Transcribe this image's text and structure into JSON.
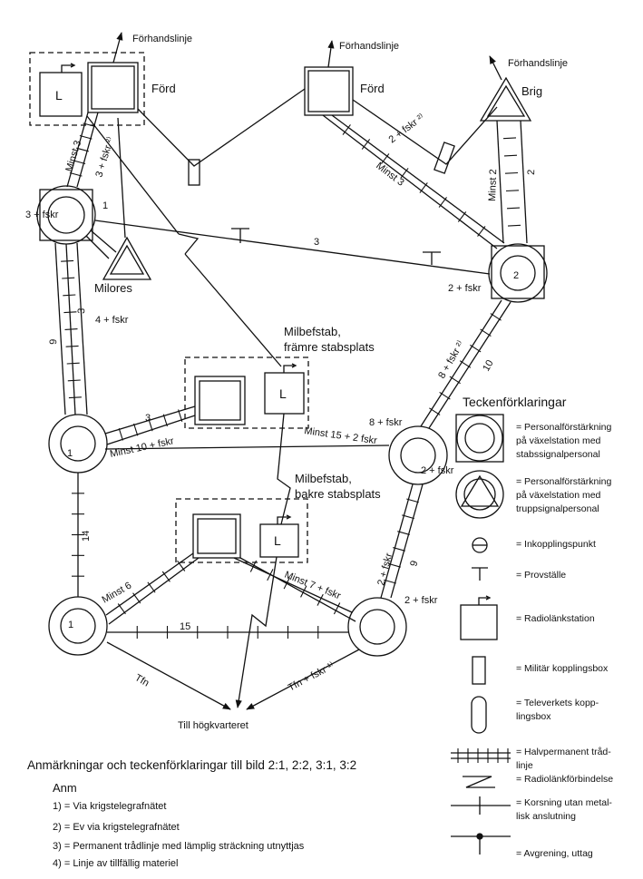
{
  "nodes": {
    "ford_left": "Förd",
    "ford_mid": "Förd",
    "brig": "Brig",
    "milores": "Milores",
    "ahead_line_1": "Förhandslinje",
    "ahead_line_2": "Förhandslinje",
    "ahead_line_3": "Förhandslinje",
    "milbefstab_front_1": "Milbefstab,",
    "milbefstab_front_2": "främre stabsplats",
    "milbefstab_rear_1": "Milbefstab,",
    "milbefstab_rear_2": "bakre stabsplats",
    "hq": "Till högkvarteret",
    "radio_l1": "L",
    "radio_l2": "L",
    "radio_l3": "L"
  },
  "station_numbers": {
    "s1a": "1",
    "s2": "2",
    "s1b": "1",
    "s1c": "1"
  },
  "edge_labels": {
    "minst3_a": "Minst 3",
    "fskr2_a": "3 + fskr ²⁾",
    "fskr3_a": "3 + fskr",
    "one_a": "1",
    "fskr2_b": "2 + fskr ²⁾",
    "minst3_b": "Minst 3",
    "minst2": "Minst 2",
    "two_a": "2",
    "three_a": "3",
    "fskr2_c": "2 + fskr",
    "fskr4": "4 + fskr",
    "nine_a": "9",
    "three_b": "3",
    "three_c": "3",
    "minst10": "Minst 10 + fskr",
    "minst15": "Minst 15 + 2 fskr",
    "fskr8_a": "8 + fskr ²⁾",
    "ten": "10",
    "fskr8_b": "8 + fskr",
    "fskr2_d": "2 + fskr",
    "fourteen": "14",
    "fskr2_e": "2 + fskr",
    "nine_b": "9",
    "minst6": "Minst 6",
    "minst7": "Minst 7 + fskr",
    "fskr2_f": "2 + fskr",
    "fifteen": "15",
    "tfn": "Tfn",
    "tfn_fskr": "Tfn + fskr ¹⁾"
  },
  "legend": {
    "title": "Teckenförklaringar",
    "items": [
      {
        "icon": "personal-staff-station-icon",
        "lines": [
          "= Personalförstärkning",
          "på växelstation med",
          "stabssignalpersonal"
        ]
      },
      {
        "icon": "personal-troop-station-icon",
        "lines": [
          "= Personalförstärkning",
          "på växelstation med",
          "truppsignalpersonal"
        ]
      },
      {
        "icon": "connection-point-icon",
        "lines": [
          "= Inkopplingspunkt"
        ]
      },
      {
        "icon": "test-point-icon",
        "lines": [
          "= Provställe"
        ]
      },
      {
        "icon": "radio-link-station-icon",
        "lines": [
          "= Radiolänkstation"
        ]
      },
      {
        "icon": "military-junction-box-icon",
        "lines": [
          "= Militär kopplingsbox"
        ]
      },
      {
        "icon": "televerket-junction-box-icon",
        "lines": [
          "= Televerkets kopp-",
          "lingsbox"
        ]
      },
      {
        "icon": "semi-permanent-line-icon",
        "lines": [
          "= Halvpermanent tråd-",
          "linje"
        ]
      },
      {
        "icon": "radio-link-connection-icon",
        "lines": [
          "= Radiolänkförbindelse"
        ]
      },
      {
        "icon": "crossing-no-connection-icon",
        "lines": [
          "= Korsning utan metal-",
          "lisk anslutning"
        ]
      },
      {
        "icon": "branch-tap-icon",
        "lines": [
          "= Avgrening, uttag"
        ]
      }
    ]
  },
  "remarks": {
    "title": "Anmärkningar och teckenförklaringar till bild 2:1, 2:2, 3:1, 3:2",
    "anm": "Anm",
    "notes": [
      "1) = Via krigstelegrafnätet",
      "2) = Ev via krigstelegrafnätet",
      "3) = Permanent trådlinje med lämplig sträckning utnyttjas",
      "4) = Linje av tillfällig materiel"
    ]
  }
}
